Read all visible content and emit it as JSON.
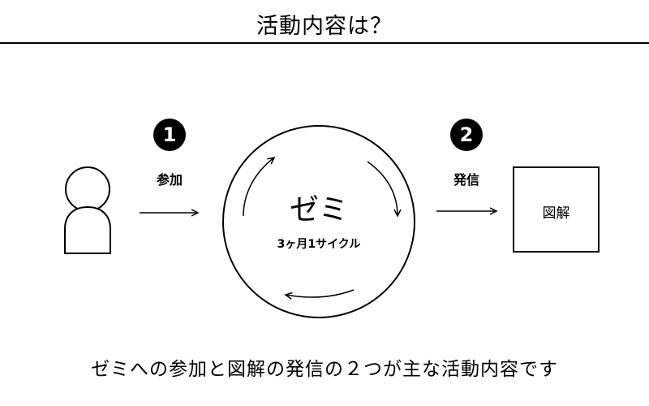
{
  "title": "活動内容は？",
  "steps": [
    {
      "number": "1",
      "label": "参加"
    },
    {
      "number": "2",
      "label": "発信"
    }
  ],
  "seminar": {
    "name": "ゼミ",
    "cycle": "3ヶ月1サイクル"
  },
  "output": {
    "label": "図解"
  },
  "caption": "ゼミへの参加と図解の発信の２つが主な活動内容です"
}
